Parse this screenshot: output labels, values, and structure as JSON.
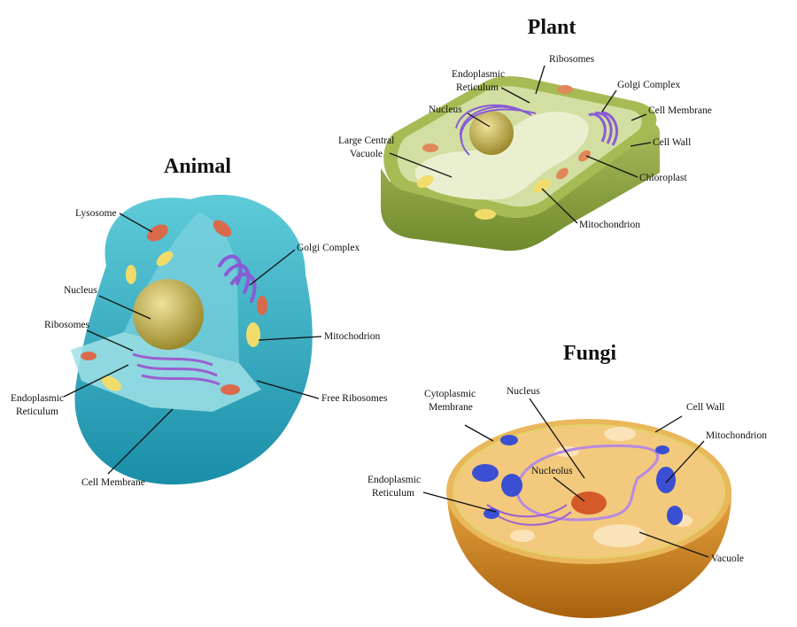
{
  "animal": {
    "title": "Animal",
    "labels": {
      "lysosome": "Lysosome",
      "golgi": "Golgi Complex",
      "nucleus": "Nucleus",
      "ribosomes": "Ribosomes",
      "er_line1": "Endoplasmic",
      "er_line2": "Reticulum",
      "mitochondrion": "Mitochodrion",
      "free_ribosomes": "Free Ribosomes",
      "cell_membrane": "Cell Membrane"
    }
  },
  "plant": {
    "title": "Plant",
    "labels": {
      "ribosomes": "Ribosomes",
      "er_line1": "Endoplasmic",
      "er_line2": "Reticulum",
      "golgi": "Golgi Complex",
      "nucleus": "Nucleus",
      "cell_membrane": "Cell Membrane",
      "vacuole_line1": "Large Central",
      "vacuole_line2": "Vacuole",
      "cell_wall": "Cell Wall",
      "chloroplast": "Chloroplast",
      "mitochondrion": "Mitochondrion"
    }
  },
  "fungi": {
    "title": "Fungi",
    "labels": {
      "cyto_line1": "Cytoplasmic",
      "cyto_line2": "Membrane",
      "nucleus": "Nucleus",
      "cell_wall": "Cell Wall",
      "mitochondrion": "Mitochondrion",
      "nucleolus": "Nucleolus",
      "er_line1": "Endoplasmic",
      "er_line2": "Reticulum",
      "vacuole": "Vacuole"
    }
  }
}
